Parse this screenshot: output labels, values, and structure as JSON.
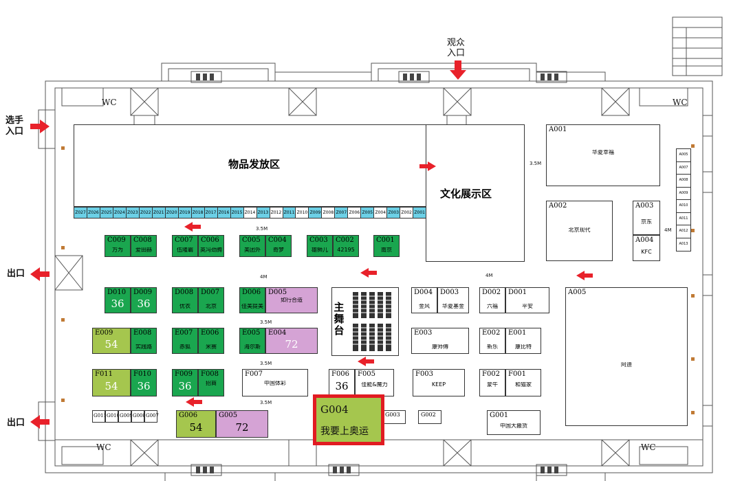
{
  "entrances": {
    "audience": "观众\n入口",
    "audience_l1": "观众",
    "audience_l2": "入口",
    "player_l1": "选手",
    "player_l2": "入口",
    "exit": "出口"
  },
  "wc": "WC",
  "zones": {
    "distribution": "物品发放区",
    "culture": "文化展示区",
    "stage": "主舞台"
  },
  "stage_chars": [
    "主",
    "舞",
    "台"
  ],
  "distances": {
    "d35": "3.5M",
    "d4": "4M"
  },
  "strip_booths": [
    "Z027",
    "Z026",
    "Z025",
    "Z024",
    "Z023",
    "Z022",
    "Z021",
    "Z020",
    "Z019",
    "Z018",
    "Z017",
    "Z016",
    "Z015",
    "Z014",
    "Z013",
    "Z012",
    "Z011",
    "Z010",
    "Z009",
    "Z008",
    "Z007",
    "Z006",
    "Z005",
    "Z004",
    "Z003",
    "Z002",
    "Z001"
  ],
  "booths": {
    "A001": {
      "id": "A001",
      "name": "华夏幸福"
    },
    "A002": {
      "id": "A002",
      "name": "北京现代"
    },
    "A003": {
      "id": "A003",
      "name": "京东"
    },
    "A004": {
      "id": "A004",
      "name": "KFC"
    },
    "A005": {
      "id": "A005",
      "name": "阿迪"
    },
    "C009": {
      "id": "C009",
      "name": "万为"
    },
    "C008": {
      "id": "C008",
      "name": "爱田赫"
    },
    "C007": {
      "id": "C007",
      "name": "伍隆霸"
    },
    "C006": {
      "id": "C006",
      "name": "英冯劲腾"
    },
    "C005": {
      "id": "C005",
      "name": "美团外"
    },
    "C004": {
      "id": "C004",
      "name": "奇梦"
    },
    "C003": {
      "id": "C003",
      "name": "雄狮儿"
    },
    "C002": {
      "id": "C002",
      "name": "42195"
    },
    "C001": {
      "id": "C001",
      "name": "南京"
    },
    "D010": {
      "id": "D010",
      "num": "36"
    },
    "D009": {
      "id": "D009",
      "num": "36"
    },
    "D008": {
      "id": "D008",
      "name": "优衣"
    },
    "D007": {
      "id": "D007",
      "name": "北京"
    },
    "D006": {
      "id": "D006",
      "name": "佳美提美"
    },
    "D005": {
      "id": "D005",
      "name": "如行合造"
    },
    "D004": {
      "id": "D004",
      "name": "金风"
    },
    "D003": {
      "id": "D003",
      "name": "华夏基金"
    },
    "D002": {
      "id": "D002",
      "name": "六福"
    },
    "D001": {
      "id": "D001",
      "name": "平安"
    },
    "E009": {
      "id": "E009",
      "num": "54"
    },
    "E008": {
      "id": "E008",
      "name": "实践路"
    },
    "E007": {
      "id": "E007",
      "name": "赤狐"
    },
    "E006": {
      "id": "E006",
      "name": "米赛"
    },
    "E005": {
      "id": "E005",
      "name": "海尔斯"
    },
    "E004": {
      "id": "E004",
      "num": "72"
    },
    "E003": {
      "id": "E003",
      "name": "康师傅"
    },
    "E002": {
      "id": "E002",
      "name": "新乐"
    },
    "E001": {
      "id": "E001",
      "name": "康比特"
    },
    "F011": {
      "id": "F011",
      "num": "54"
    },
    "F010": {
      "id": "F010",
      "num": "36"
    },
    "F009": {
      "id": "F009",
      "num": "36"
    },
    "F008": {
      "id": "F008",
      "name": "招商"
    },
    "F007": {
      "id": "F007",
      "name": "中国体彩"
    },
    "F006": {
      "id": "F006",
      "num": "36"
    },
    "F005": {
      "id": "F005",
      "name": "佳能&魔力"
    },
    "F003": {
      "id": "F003",
      "name": "KEEP"
    },
    "F002": {
      "id": "F002",
      "name": "蒙牛"
    },
    "F001": {
      "id": "F001",
      "name": "和猫家"
    },
    "G011": {
      "id": "G011"
    },
    "G010": {
      "id": "G010"
    },
    "G009": {
      "id": "G009"
    },
    "G008": {
      "id": "G008"
    },
    "G007": {
      "id": "G007"
    },
    "G006": {
      "id": "G006",
      "num": "54"
    },
    "G005": {
      "id": "G005",
      "num": "72"
    },
    "G004": {
      "id": "G004",
      "name": "我要上奥运"
    },
    "G003": {
      "id": "G003"
    },
    "G002": {
      "id": "G002"
    },
    "G001": {
      "id": "G001",
      "name": "中国大搬货"
    }
  },
  "a_column": [
    "A005",
    "A007",
    "A008",
    "A009",
    "A010",
    "A011",
    "A012",
    "A013"
  ]
}
